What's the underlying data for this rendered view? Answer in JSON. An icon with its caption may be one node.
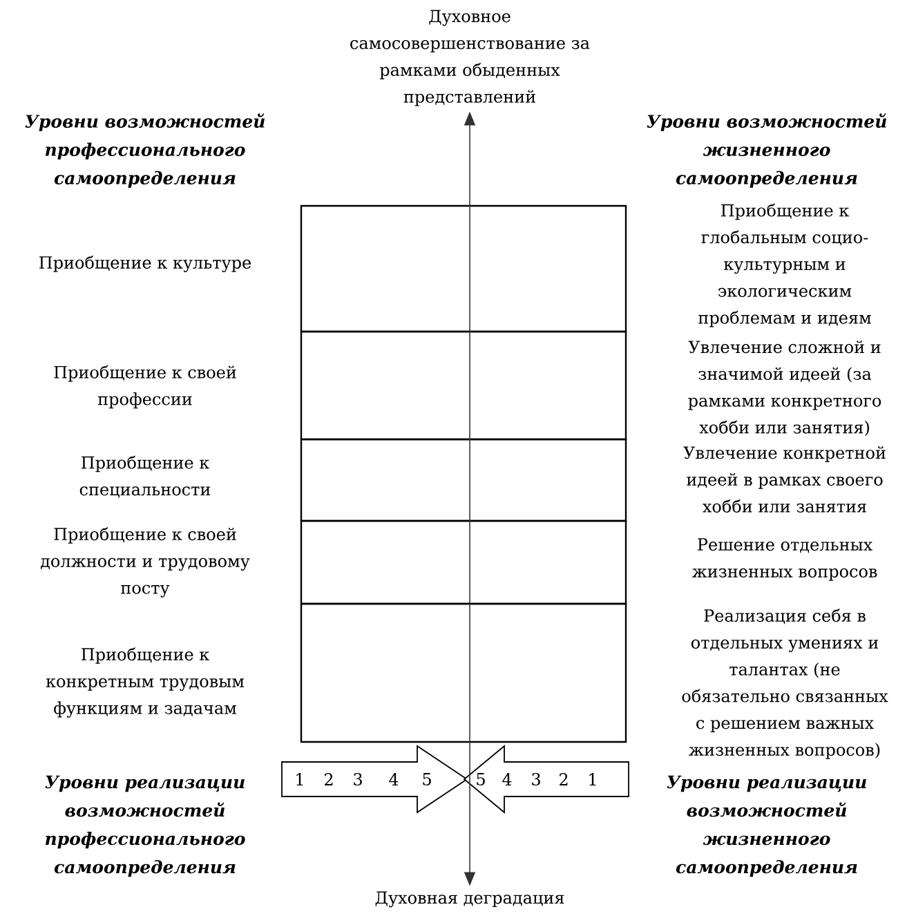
{
  "diagram": {
    "nodes": [
      {
        "text": [
          "Духовное самосовершенствование за рамками обыденных представлений"
        ]
      },
      {
        "text": [
          "1",
          "2",
          "3",
          "4",
          "5"
        ],
        "beside": [
          "Уровни реализации возможностей профессионального самоопределения"
        ]
      },
      {
        "text": [
          "5",
          "4",
          "3",
          "2",
          "1"
        ],
        "beside": [
          "Уровни реализации возможностей жизненного самоопределения"
        ]
      },
      {
        "text": [
          "Духовная деградация"
        ]
      }
    ],
    "edges": [
      {
        "from": 3,
        "to": 0,
        "arrow": "both"
      }
    ],
    "labels": [
      "Уровни возможностей профессионального самоопределения",
      "Уровни возможностей жизненного самоопределения",
      "Приобщение к культуре",
      "Приобщение к глобальным социо-культурным и экологическим проблемам и идеям",
      "Приобщение к своей профессии",
      "Увлечение сложной и значимой идеей (за рамками конкретного хобби или занятия)",
      "Приобщение к специальности",
      "Увлечение конкретной идеей в рамках своего хобби или занятия",
      "Приобщение к своей должности и трудовому посту",
      "Решение отдельных жизненных вопросов",
      "Приобщение к конкретным трудовым функциям и задачам",
      "Реализация себя в отдельных умениях и талантах (не обязательно связанных с решением важных жизненных вопросов)"
    ]
  }
}
